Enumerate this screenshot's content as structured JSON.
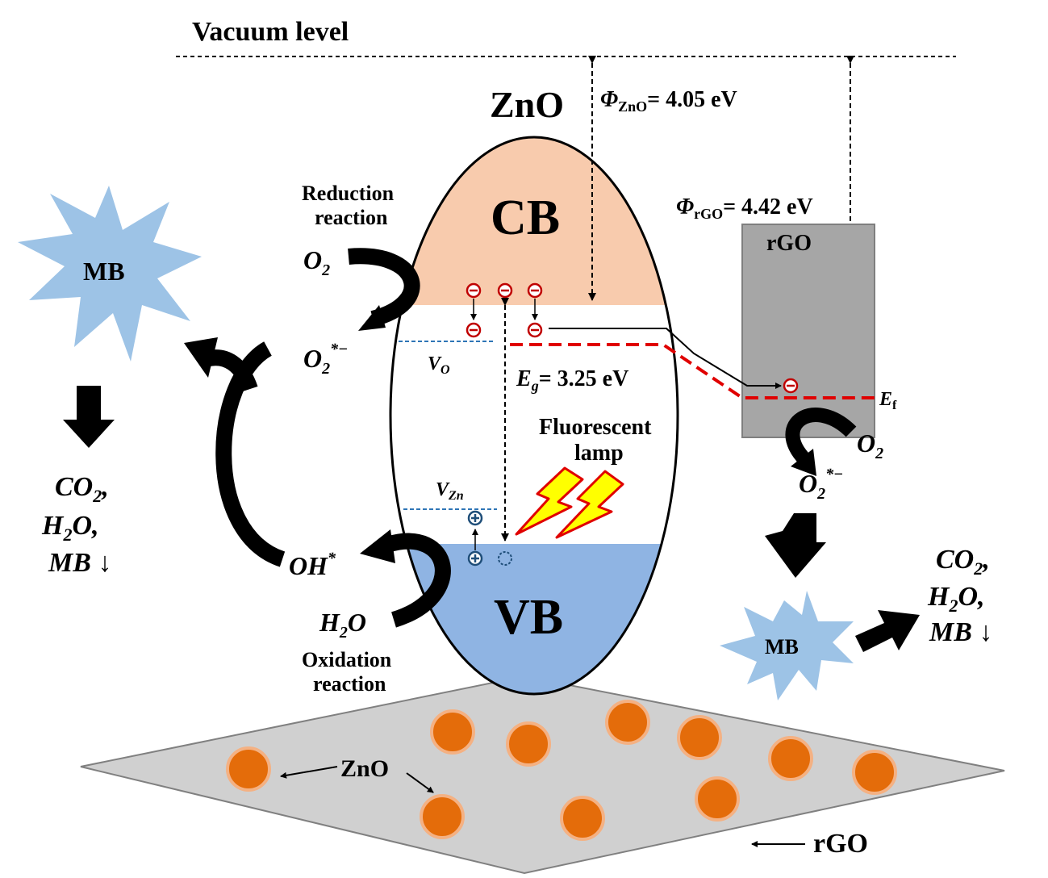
{
  "labels": {
    "vacuum_level": "Vacuum level",
    "zno_title": "ZnO",
    "phi_zno": {
      "symbol": "Φ",
      "sub": "ZnO",
      "value": "= 4.05 eV"
    },
    "phi_rgo": {
      "symbol": "Φ",
      "sub": "rGO",
      "value": "= 4.42 eV"
    },
    "cb": "CB",
    "vb": "VB",
    "rgo_box": "rGO",
    "reduction_line1": "Reduction",
    "reduction_line2": "reaction",
    "oxidation_line1": "Oxidation",
    "oxidation_line2": "reaction",
    "o2_left": {
      "base": "O",
      "sub": "2"
    },
    "o2_radical_left": {
      "base": "O",
      "sub": "2",
      "sup": "*−"
    },
    "oh_radical": {
      "base": "OH",
      "sup": "*"
    },
    "h2o": {
      "a": "H",
      "sub": "2",
      "b": "O"
    },
    "vo": {
      "base": "V",
      "sub": "O"
    },
    "vzn": {
      "base": "V",
      "sub": "Zn"
    },
    "eg": {
      "base": "E",
      "sub": "g",
      "value": "= 3.25 eV"
    },
    "ef": {
      "base": "E",
      "sub": "f"
    },
    "lamp_line1": "Fluorescent",
    "lamp_line2": "lamp",
    "o2_right": {
      "base": "O",
      "sub": "2"
    },
    "o2_radical_right": {
      "base": "O",
      "sub": "2",
      "sup": "*−"
    },
    "mb": "MB",
    "products_left": {
      "co2_a": "CO",
      "co2_sub": "2",
      "co2_b": ",",
      "h2o_a": "H",
      "h2o_sub": "2",
      "h2o_b": "O,",
      "mb": "MB ↓"
    },
    "products_right": {
      "co2_a": "CO",
      "co2_sub": "2",
      "co2_b": ",",
      "h2o_a": "H",
      "h2o_sub": "2",
      "h2o_b": "O,",
      "mb": "MB ↓"
    },
    "zno_particles": "ZnO",
    "rgo_sheet": "rGO",
    "electron_sign": "−",
    "hole_sign": "+"
  },
  "colors": {
    "cb_fill": "#f8cbad",
    "vb_fill": "#8fb4e3",
    "mb_star": "#9dc3e6",
    "rgo_box": "#a6a6a6",
    "sheet": "#d0d0d0",
    "particle": "#e46c0a",
    "particle_ring": "#f4b183",
    "electron": "#c00000",
    "hole": "#1f4e79",
    "fermi": "#e00000",
    "defect": "#2e75b6",
    "lightning": "#ffff00",
    "lightning_edge": "#e00000"
  }
}
